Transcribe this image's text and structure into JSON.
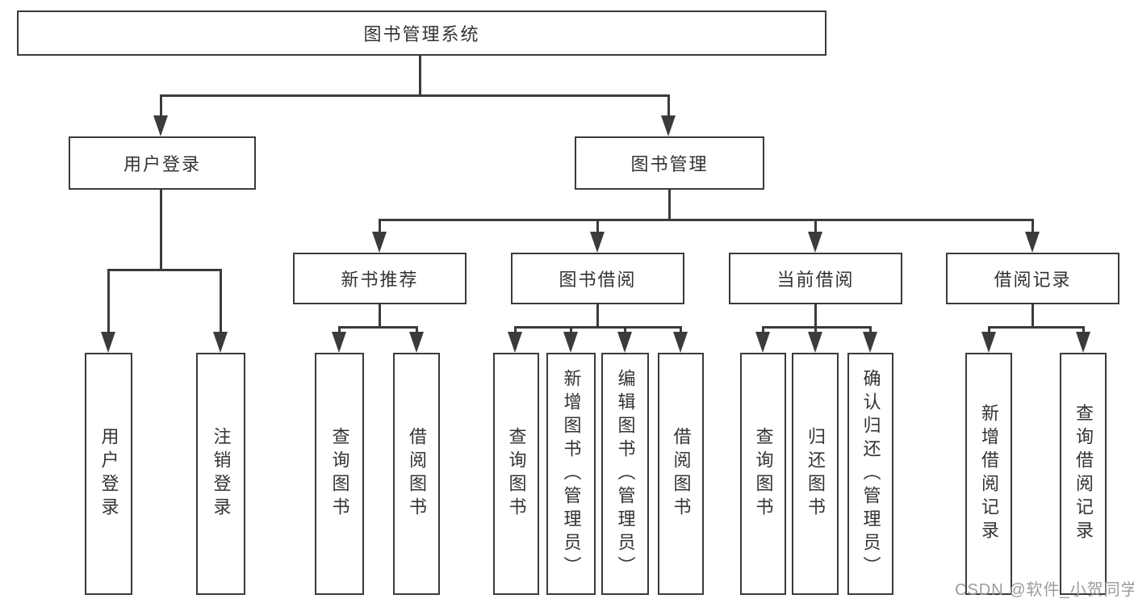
{
  "nodes": {
    "root": "图书管理系统",
    "user_login": "用户登录",
    "book_mgmt": "图书管理",
    "new_book_rec": "新书推荐",
    "book_borrow": "图书借阅",
    "current_borrow": "当前借阅",
    "borrow_records": "借阅记录"
  },
  "leaves": [
    {
      "group": "user_login",
      "label": "用户登录"
    },
    {
      "group": "user_login",
      "label": "注销登录"
    },
    {
      "group": "new_book_rec",
      "label": "查询图书"
    },
    {
      "group": "new_book_rec",
      "label": "借阅图书"
    },
    {
      "group": "book_borrow",
      "label": "查询图书"
    },
    {
      "group": "book_borrow",
      "label": "新增图书（管理员）"
    },
    {
      "group": "book_borrow",
      "label": "编辑图书（管理员）"
    },
    {
      "group": "book_borrow",
      "label": "借阅图书"
    },
    {
      "group": "current_borrow",
      "label": "查询图书"
    },
    {
      "group": "current_borrow",
      "label": "归还图书"
    },
    {
      "group": "current_borrow",
      "label": "确认归还（管理员）"
    },
    {
      "group": "borrow_records",
      "label": "新增借阅记录"
    },
    {
      "group": "borrow_records",
      "label": "查询借阅记录"
    }
  ],
  "watermark": {
    "text": "CSDN @软件_小贺同学"
  },
  "colors": {
    "line": "#3b3b3b",
    "text": "#333333",
    "watermark": "#9b9b9b",
    "background": "#ffffff"
  }
}
